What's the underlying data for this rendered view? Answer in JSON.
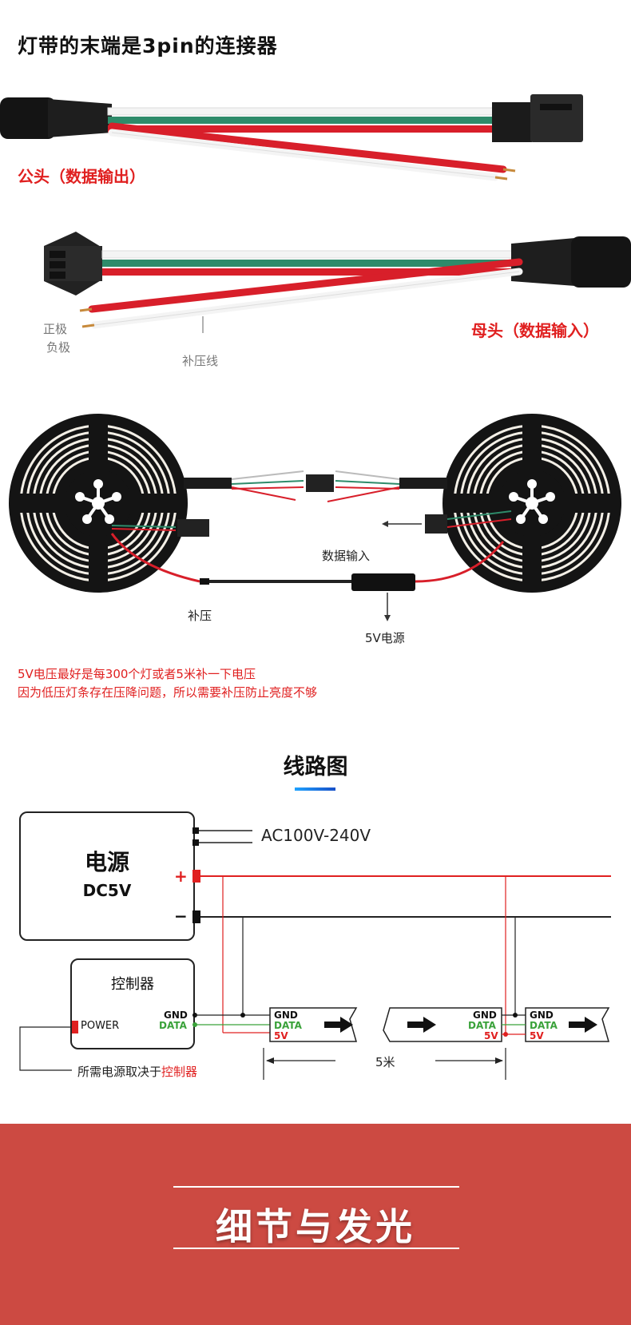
{
  "section1": {
    "title": "灯带的末端是3pin的连接器",
    "male_label": "公头（数据输出）",
    "female_label": "母头（数据输入）",
    "positive_label": "正极",
    "negative_label": "负极",
    "boost_wire_label": "补压线"
  },
  "section2": {
    "data_in_label": "数据输入",
    "boost_label": "补压",
    "psu_label": "5V电源",
    "note_line1": "5V电压最好是每300个灯或者5米补一下电压",
    "note_line2": "因为低压灯条存在压降问题，所以需要补压防止亮度不够"
  },
  "wiring": {
    "title": "线路图",
    "psu_title": "电源",
    "psu_sub": "DC5V",
    "ac_label": "AC100V-240V",
    "plus": "+",
    "minus": "−",
    "controller_title": "控制器",
    "power_label": "POWER",
    "gnd": "GND",
    "data": "DATA",
    "v5": "5V",
    "distance": "5米",
    "note_prefix": "所需电源取决于",
    "note_highlight": "控制器"
  },
  "footer": {
    "title": "细节与发光"
  },
  "colors": {
    "accent_red": "#e02020",
    "green_wire": "#2e8b6a",
    "footer_bg": "#cc4a42"
  }
}
